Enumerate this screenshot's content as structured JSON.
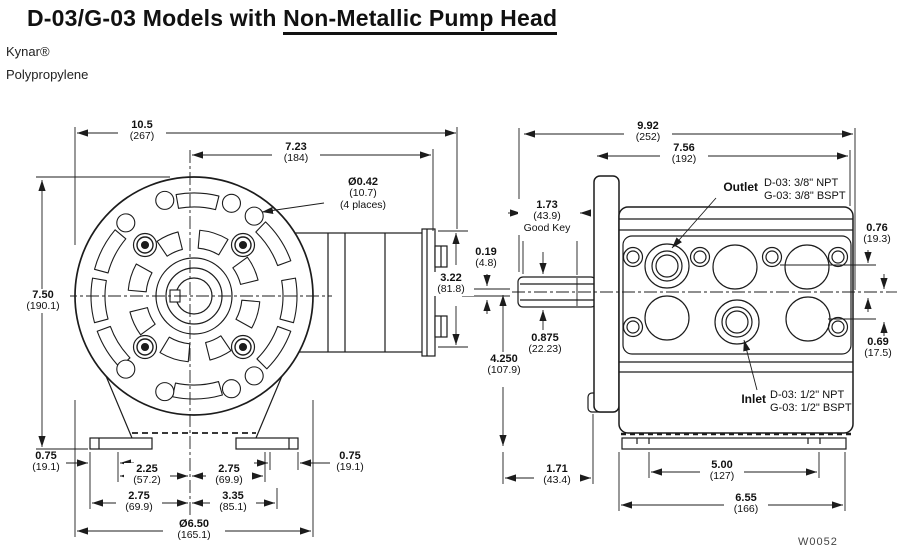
{
  "header": {
    "title_plain": "D-03/G-03 Models with ",
    "title_underline": "Non-Metallic Pump Head",
    "materials": [
      "Kynar®",
      "Polypropylene"
    ]
  },
  "front_view": {
    "overall_width": {
      "in": "10.5",
      "mm": "(267)"
    },
    "center_to_right": {
      "in": "7.23",
      "mm": "(184)"
    },
    "mounting_holes": {
      "dia": "Ø0.42",
      "mm": "(10.7)",
      "note": "(4 places)"
    },
    "overall_height": {
      "in": "7.50",
      "mm": "(190.1)"
    },
    "head_height": {
      "in": "3.22",
      "mm": "(81.8)"
    },
    "foot_tab_left": {
      "in": "0.75",
      "mm": "(19.1)"
    },
    "foot_tab_right": {
      "in": "0.75",
      "mm": "(19.1)"
    },
    "center_to_left_slot": {
      "in": "2.25",
      "mm": "(57.2)"
    },
    "center_to_right_slot": {
      "in": "2.75",
      "mm": "(69.9)"
    },
    "center_to_left_foot": {
      "in": "2.75",
      "mm": "(69.9)"
    },
    "center_to_right_foot": {
      "in": "3.35",
      "mm": "(85.1)"
    },
    "base_diameter": {
      "in": "Ø6.50",
      "mm": "(165.1)"
    }
  },
  "side_view": {
    "overall_length": {
      "in": "9.92",
      "mm": "(252)"
    },
    "head_to_end": {
      "in": "7.56",
      "mm": "(192)"
    },
    "good_key": {
      "in": "1.73",
      "mm": "(43.9)",
      "note": "Good Key"
    },
    "centerline_offset": {
      "in": "0.19",
      "mm": "(4.8)"
    },
    "shaft_diameter": {
      "in": "0.875",
      "mm": "(22.23)"
    },
    "centerline_to_base": {
      "in": "4.250",
      "mm": "(107.9)"
    },
    "outlet_offset": {
      "in": "0.76",
      "mm": "(19.3)"
    },
    "inlet_offset": {
      "in": "0.69",
      "mm": "(17.5)"
    },
    "flange_to_base": {
      "in": "1.71",
      "mm": "(43.4)"
    },
    "foot_slot_spacing": {
      "in": "5.00",
      "mm": "(127)"
    },
    "base_length": {
      "in": "6.55",
      "mm": "(166)"
    },
    "outlet": {
      "label": "Outlet",
      "d03": "D-03: 3/8\" NPT",
      "g03": "G-03: 3/8\" BSPT"
    },
    "inlet": {
      "label": "Inlet",
      "d03": "D-03: 1/2\" NPT",
      "g03": "G-03: 1/2\" BSPT"
    }
  },
  "drawing_number": "W0052"
}
